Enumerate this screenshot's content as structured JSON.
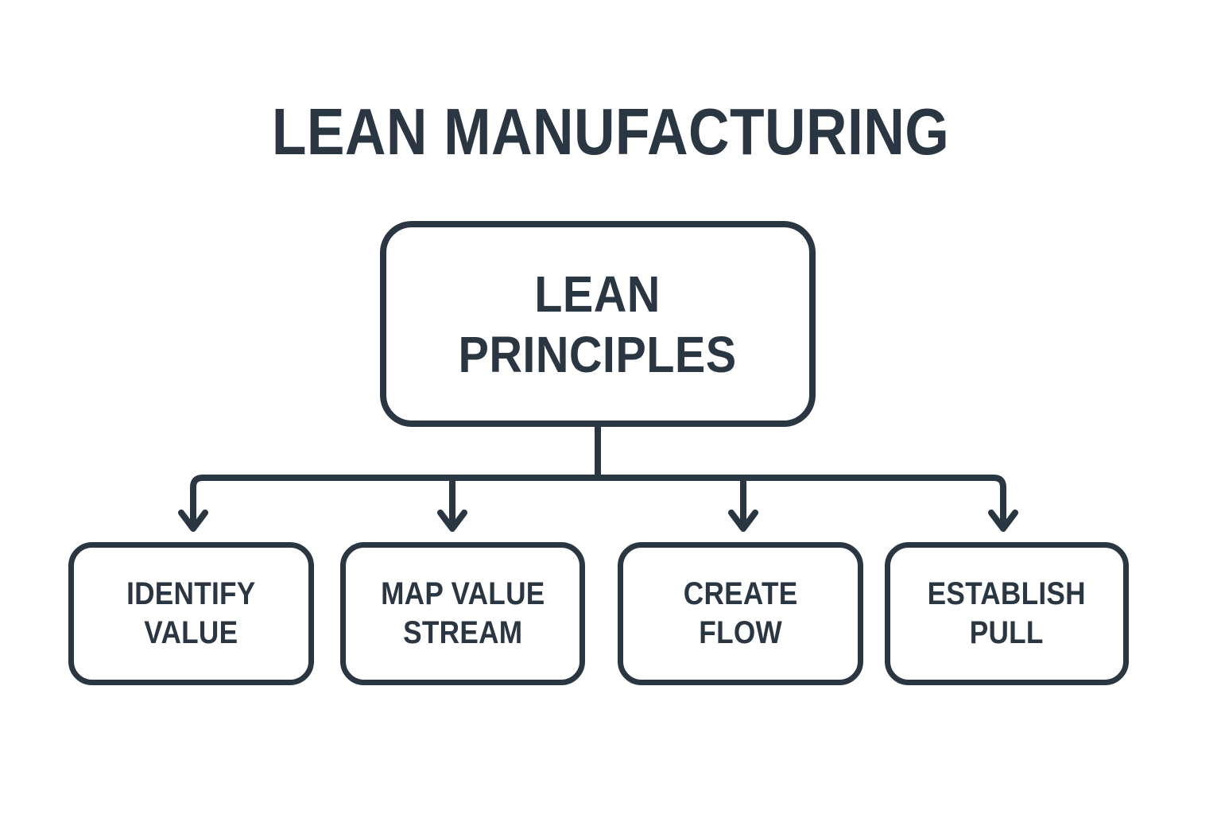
{
  "title": "LEAN MANUFACTURING",
  "colors": {
    "stroke": "#2b3643",
    "background": "#ffffff",
    "text": "#2b3643"
  },
  "root": {
    "label": "LEAN\nPRINCIPLES"
  },
  "leaves": [
    {
      "label": "IDENTIFY\nVALUE"
    },
    {
      "label": "MAP VALUE\nSTREAM"
    },
    {
      "label": "CREATE\nFLOW"
    },
    {
      "label": "ESTABLISH\nPULL"
    }
  ],
  "chart_data": {
    "type": "table",
    "title": "LEAN MANUFACTURING",
    "root": "LEAN PRINCIPLES",
    "children": [
      "IDENTIFY VALUE",
      "MAP VALUE STREAM",
      "CREATE FLOW",
      "ESTABLISH PULL"
    ]
  }
}
